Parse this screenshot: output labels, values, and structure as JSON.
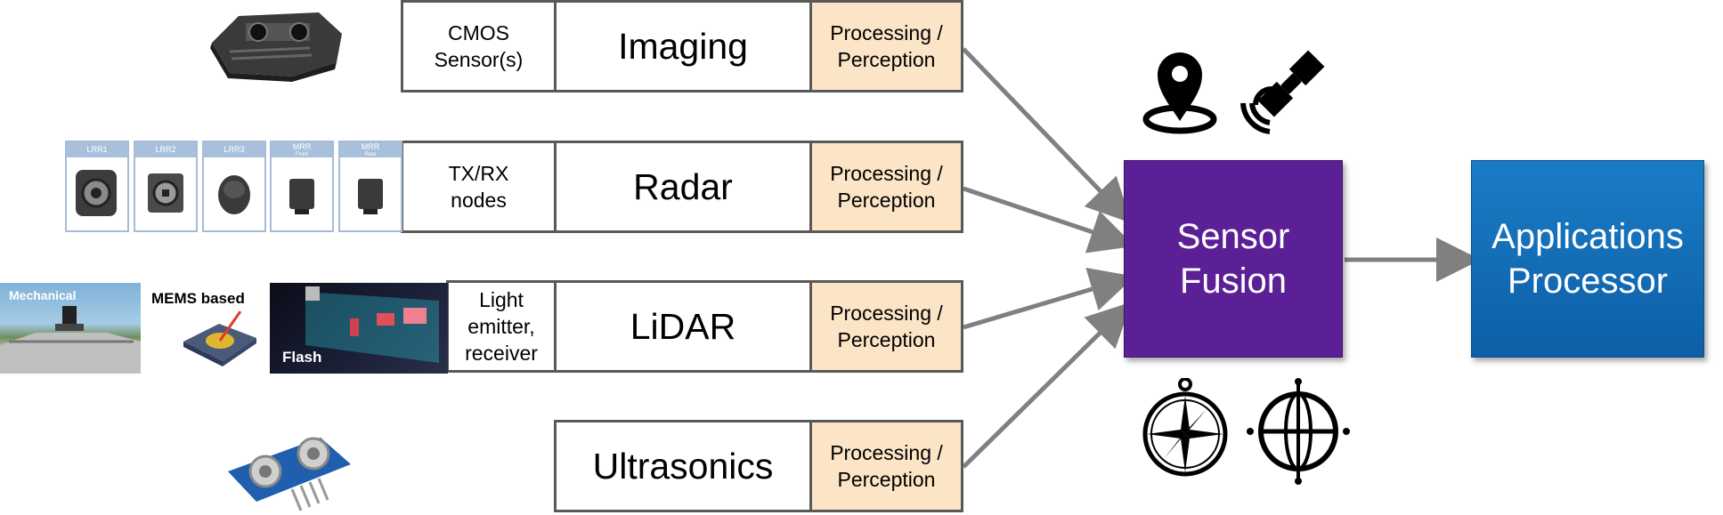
{
  "rows": [
    {
      "sensor_label": "CMOS\nSensor(s)",
      "name": "Imaging",
      "proc": "Processing /\nPerception"
    },
    {
      "sensor_label": "TX/RX\nnodes",
      "name": "Radar",
      "proc": "Processing /\nPerception"
    },
    {
      "sensor_label": "Light\nemitter,\nreceiver",
      "name": "LiDAR",
      "proc": "Processing /\nPerception"
    },
    {
      "name": "Ultrasonics",
      "proc": "Processing /\nPerception"
    }
  ],
  "fusion": "Sensor\nFusion",
  "app": "Applications\nProcessor",
  "radar_cards": [
    "LRR1",
    "LRR2",
    "LRR3",
    "MRR",
    "MRR"
  ],
  "radar_card_subs": [
    "Front",
    "Rear"
  ],
  "lidar_photos": {
    "mechanical": "Mechanical",
    "mems": "MEMS based",
    "flash": "Flash"
  },
  "icons": [
    "location-pin-icon",
    "satellite-icon",
    "compass-icon",
    "gyroscope-icon"
  ],
  "colors": {
    "border": "#595959",
    "proc_fill": "#fce4c6",
    "fusion": "#5b1f96",
    "app": "#1570b8",
    "arrow": "#808080"
  }
}
